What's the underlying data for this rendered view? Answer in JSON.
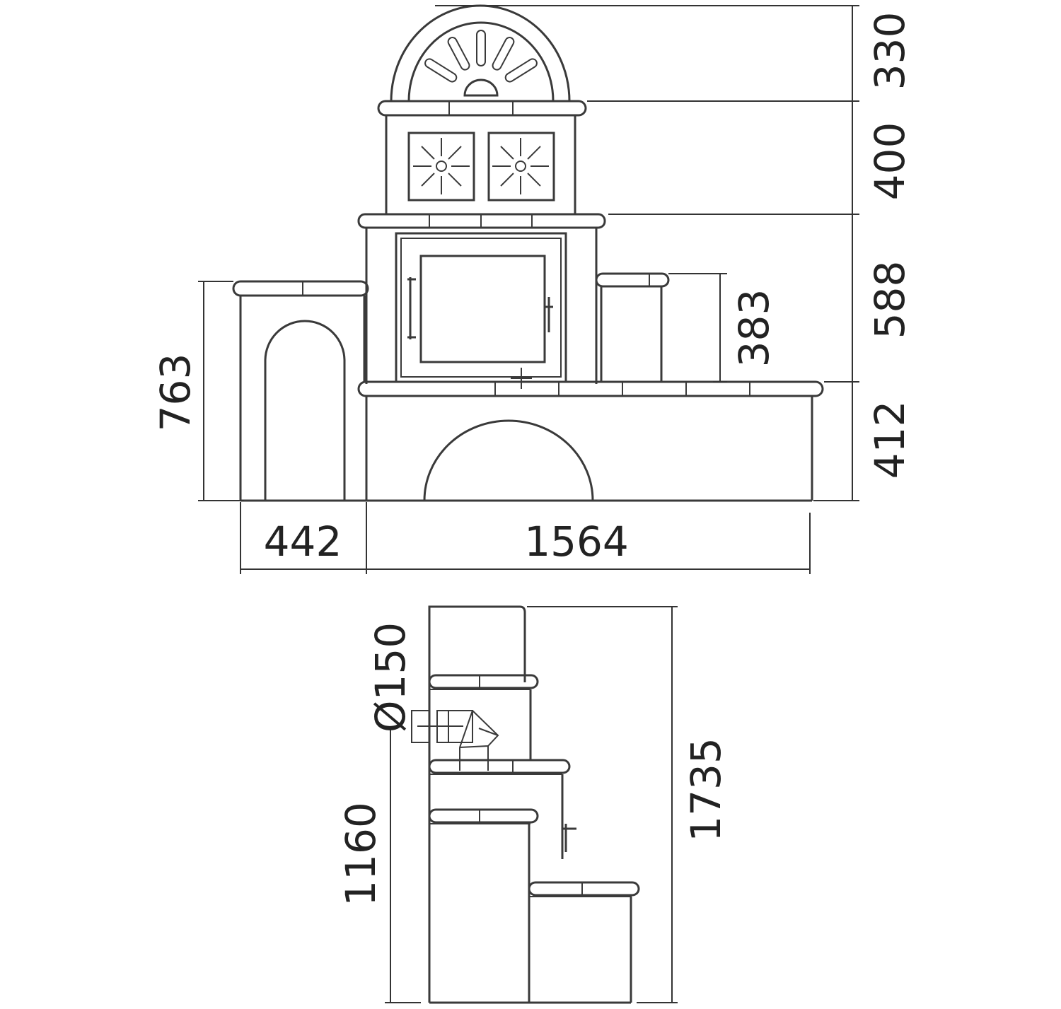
{
  "title": "Stove front and side elevation dimension drawing",
  "front_view": {
    "dimensions": {
      "dome_height": "330",
      "upper_box_height": "400",
      "firebox_height": "588",
      "right_bench_height": "383",
      "base_height": "412",
      "left_bench_height": "763",
      "left_bench_width": "442",
      "main_width": "1564"
    }
  },
  "side_view": {
    "dimensions": {
      "flue_diameter": "Ø150",
      "flue_height": "1160",
      "total_height": "1735"
    }
  },
  "colors": {
    "line": "#3a3a3a",
    "background": "#ffffff"
  }
}
